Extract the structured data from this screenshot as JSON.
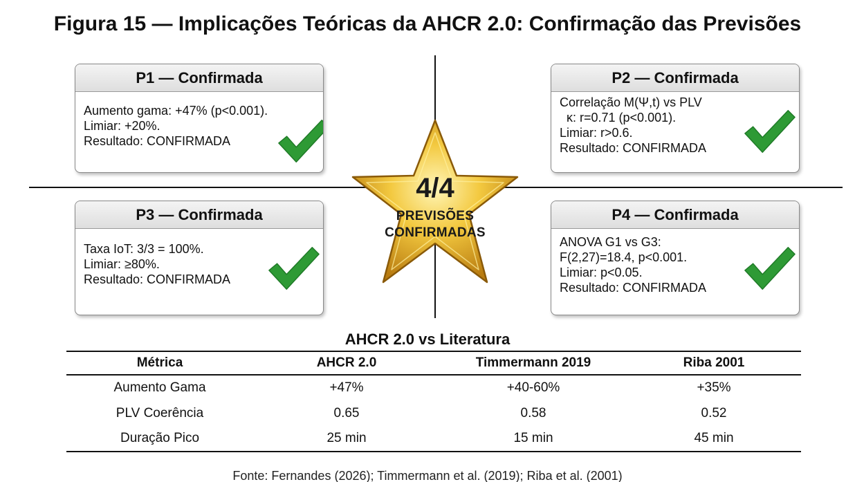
{
  "title": "Figura 15 — Implicações Teóricas da AHCR 2.0: Confirmação das Previsões",
  "cards": [
    {
      "id": "p1",
      "title": "P1 — Confirmada",
      "lines": [
        "Aumento gama: +47% (p<0.001).",
        "Limiar: +20%.",
        "Resultado: CONFIRMADA"
      ]
    },
    {
      "id": "p2",
      "title": "P2 — Confirmada",
      "lines": [
        "Correlação M(Ψ,t) vs PLV",
        "  κ: r=0.71 (p<0.001).",
        "Limiar: r>0.6.",
        "Resultado: CONFIRMADA"
      ]
    },
    {
      "id": "p3",
      "title": "P3 — Confirmada",
      "lines": [
        "Taxa IoT: 3/3 = 100%.",
        "Limiar: ≥80%.",
        "Resultado: CONFIRMADA"
      ]
    },
    {
      "id": "p4",
      "title": "P4 — Confirmada",
      "lines": [
        "ANOVA G1 vs G3:",
        "F(2,27)=18.4, p<0.001.",
        "Limiar: p<0.05.",
        "Resultado: CONFIRMADA"
      ]
    }
  ],
  "star": {
    "big": "4/4",
    "line1": "PREVISÕES",
    "line2": "CONFIRMADAS"
  },
  "table": {
    "title": "AHCR 2.0 vs Literatura",
    "headers": [
      "Métrica",
      "AHCR 2.0",
      "Timmermann 2019",
      "Riba 2001"
    ],
    "rows": [
      [
        "Aumento Gama",
        "+47%",
        "+40-60%",
        "+35%"
      ],
      [
        "PLV Coerência",
        "0.65",
        "0.58",
        "0.52"
      ],
      [
        "Duração Pico",
        "25 min",
        "15 min",
        "45 min"
      ]
    ]
  },
  "source": "Fonte: Fernandes (2026); Timmermann et al. (2019); Riba et al. (2001)",
  "colors": {
    "check": "#2e9a35",
    "star_gold": "#e0a81c",
    "star_light": "#fff3a8"
  },
  "icons": {
    "check": "check-icon",
    "star": "star-icon"
  }
}
